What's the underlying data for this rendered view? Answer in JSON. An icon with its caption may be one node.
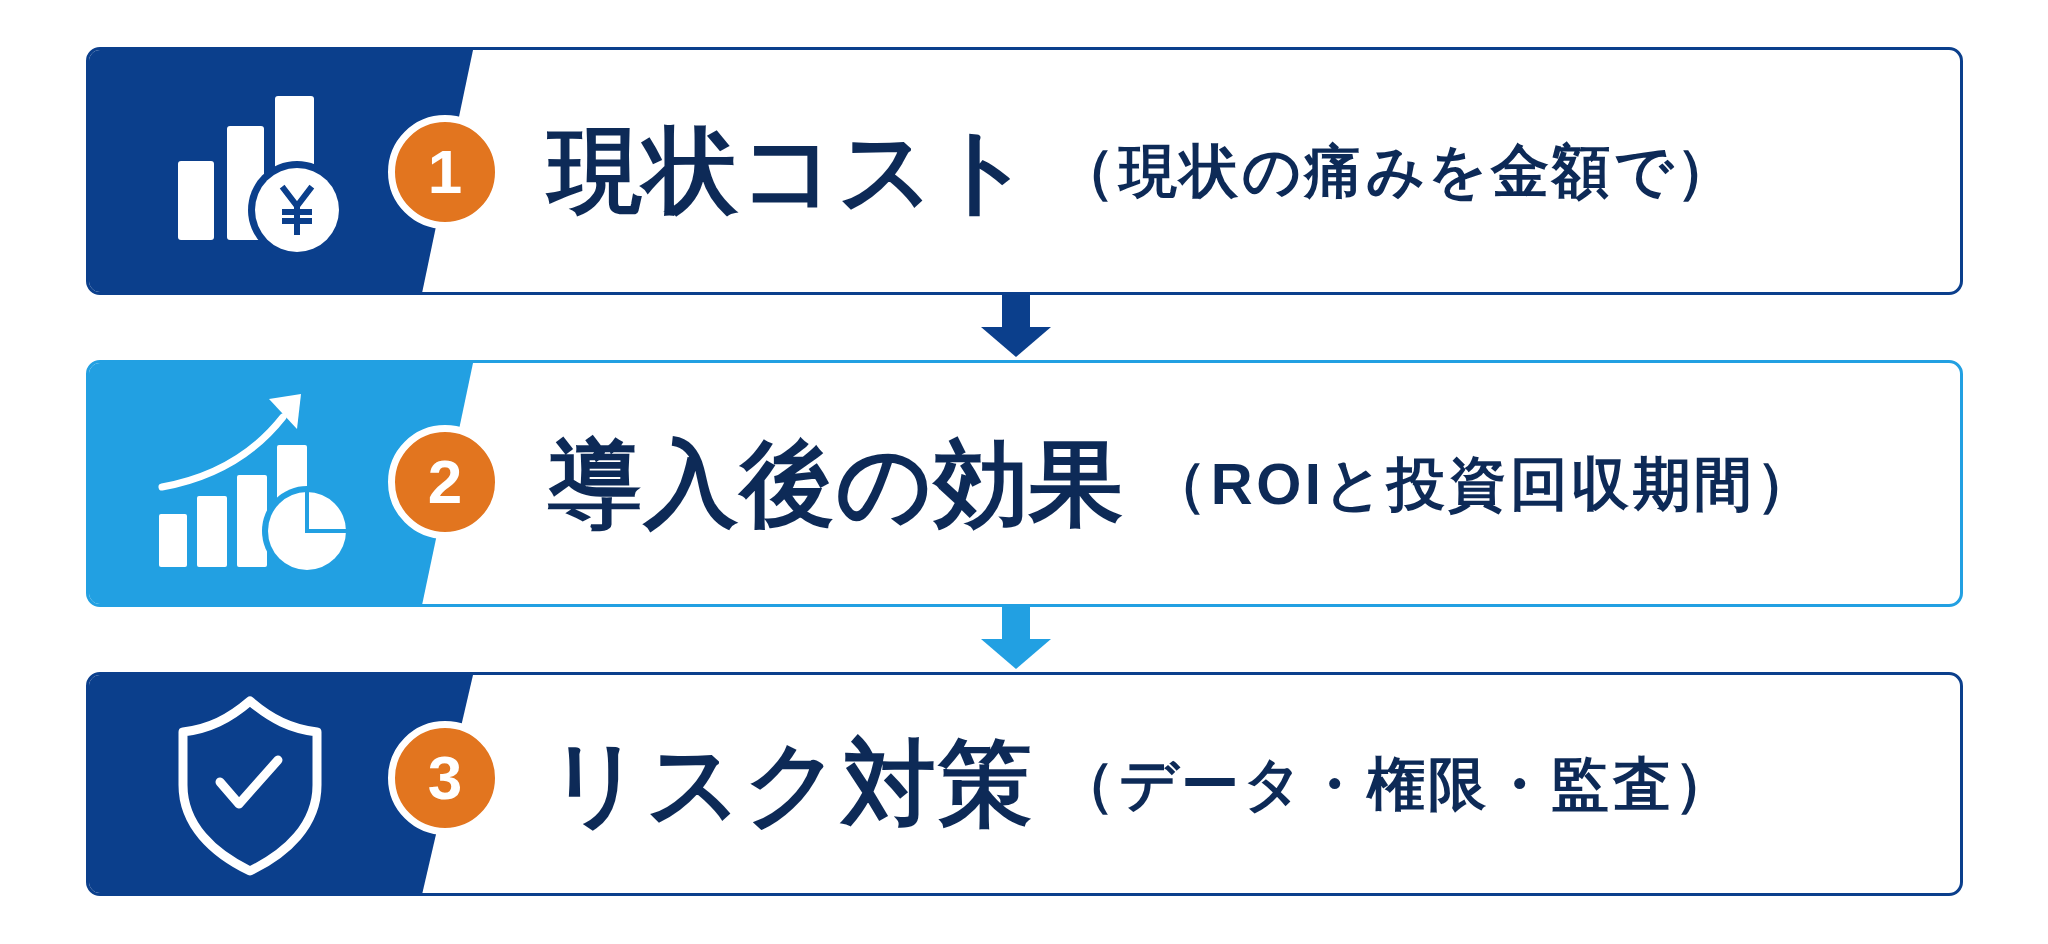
{
  "diagram": {
    "nodes": [
      {
        "text": [
          "現状コスト",
          "（現状の痛みを金額で）"
        ]
      },
      {
        "text": [
          "1"
        ],
        "in": 0
      },
      {
        "text": [
          "導入後の効果",
          "（ROIと投資回収期間）"
        ]
      },
      {
        "text": [
          "2"
        ],
        "in": 2
      },
      {
        "text": [
          "リスク対策",
          "（データ・権限・監査）"
        ]
      },
      {
        "text": [
          "3"
        ],
        "in": 4
      }
    ],
    "edges": [
      {
        "from": 0,
        "to": 2,
        "arrow": "to"
      },
      {
        "from": 2,
        "to": 4,
        "arrow": "to",
        "color": "#22a0e2"
      }
    ]
  }
}
